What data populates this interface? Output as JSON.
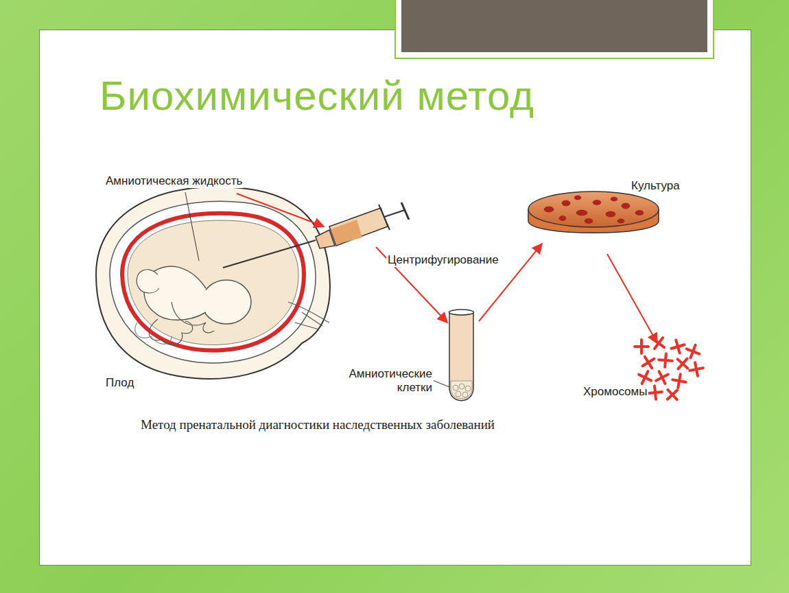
{
  "diagram": {
    "title": "Биохимический метод",
    "caption": "Метод пренатальной диагностики наследственных заболеваний",
    "labels": [
      "Амниотическая жидкость",
      "Культура",
      "Центрифугирование",
      "Плод",
      "Амниотические клетки",
      "Хромосомы"
    ]
  }
}
